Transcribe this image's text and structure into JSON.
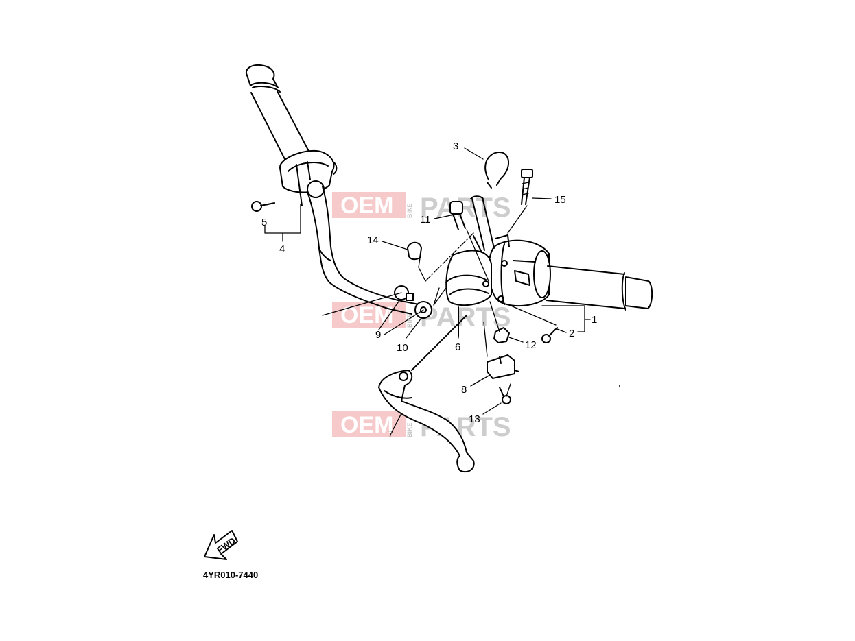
{
  "diagram": {
    "part_labels": [
      {
        "id": "1",
        "text": "1"
      },
      {
        "id": "2",
        "text": "2"
      },
      {
        "id": "3",
        "text": "3"
      },
      {
        "id": "4",
        "text": "4"
      },
      {
        "id": "5",
        "text": "5"
      },
      {
        "id": "6",
        "text": "6"
      },
      {
        "id": "7",
        "text": "7"
      },
      {
        "id": "8",
        "text": "8"
      },
      {
        "id": "9",
        "text": "9"
      },
      {
        "id": "10",
        "text": "10"
      },
      {
        "id": "11",
        "text": "11"
      },
      {
        "id": "12",
        "text": "12"
      },
      {
        "id": "13",
        "text": "13"
      },
      {
        "id": "14",
        "text": "14"
      },
      {
        "id": "15",
        "text": "15"
      }
    ],
    "direction_arrow_text": "FWD",
    "drawing_code": "4YR010-7440"
  },
  "watermark": {
    "brand_left": "OEM",
    "brand_small": "BIKE",
    "brand_right": "PARTS",
    "accent_color": "#e25b5b"
  }
}
